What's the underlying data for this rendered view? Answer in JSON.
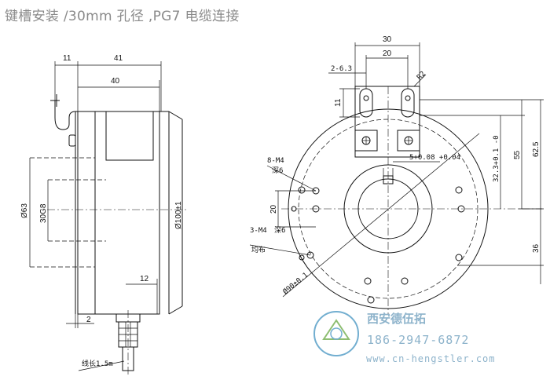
{
  "title": "键槽安装 /30mm 孔径 ,PG7 电缆连接",
  "side_view": {
    "dim_11": "11",
    "dim_41": "41",
    "dim_40": "40",
    "dim_phi63": "Ø63",
    "dim_30g8": "30G8",
    "dim_phi100": "Ø100±1",
    "dim_12": "12",
    "dim_2": "2",
    "cable_length": "线长1.5m"
  },
  "front_view": {
    "dim_30": "30",
    "dim_20_top": "20",
    "dim_2_63": "2-6.3",
    "dim_r2": "R2",
    "dim_11": "11",
    "dim_8m4": "8-M4",
    "dim_depth6_a": "深6",
    "dim_key_width": "5+0.08 +0.04",
    "dim_32_3": "32.3+0.1 -0",
    "dim_55": "55",
    "dim_62_5": "62.5",
    "dim_20_left": "20",
    "dim_3m4": "3-M4",
    "dim_depth6_b": "深6",
    "dim_uniform": "均布",
    "dim_phi90": "Ø90±0.1",
    "dim_36": "36"
  },
  "watermark": {
    "company": "西安德伍拓",
    "phone": "186-2947-6872",
    "url": "www.cn-hengstler.com"
  }
}
